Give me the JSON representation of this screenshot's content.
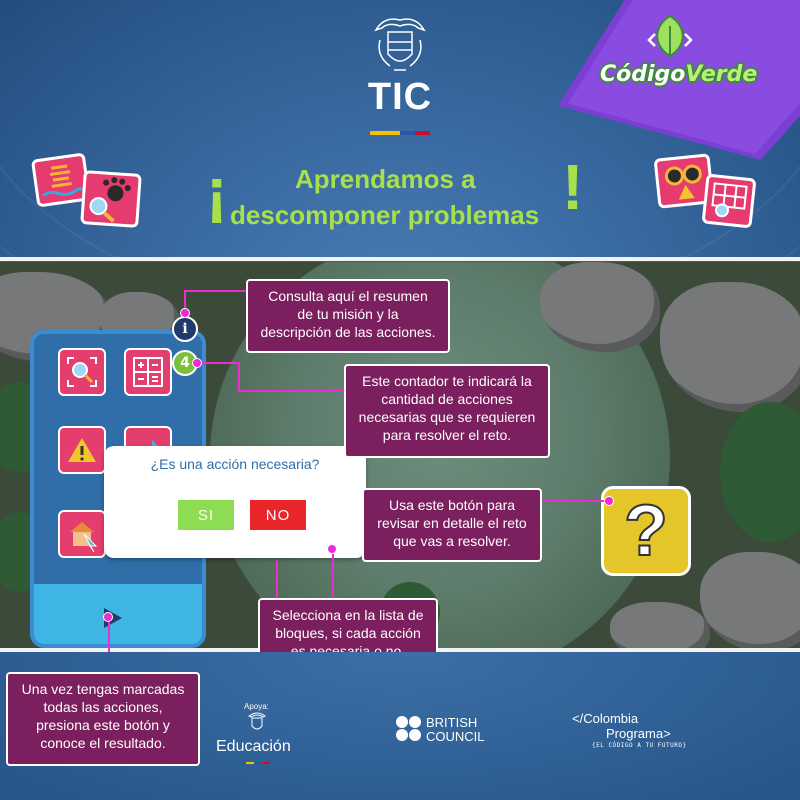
{
  "header": {
    "brand": "TIC",
    "brand_bar_colors": [
      "#f2c200",
      "#2c57a8",
      "#c8102e"
    ],
    "logo_part1": "Código",
    "logo_part2": "Verde",
    "title_open": "¡",
    "title_line1": "Aprendamos a",
    "title_line2": "descomponer problemas",
    "title_close": "!"
  },
  "game": {
    "info_icon": "i",
    "action_counter": "4",
    "dialog": {
      "question": "¿Es una acción necesaria?",
      "yes_label": "SI",
      "no_label": "NO"
    },
    "help_icon": "?",
    "blocks": [
      {
        "icon": "magnifier-icon"
      },
      {
        "icon": "calculator-icon"
      },
      {
        "icon": "warning-icon"
      },
      {
        "icon": "arrow-icon"
      },
      {
        "icon": "house-cursor-icon"
      }
    ],
    "play_icon": "play-icon"
  },
  "callouts": {
    "summary": "Consulta aquí el resumen\nde tu misión y la\ndescripción de las acciones.",
    "counter": "Este contador te indicará la\ncantidad de acciones\nnecesarias que se requieren\npara resolver el reto.",
    "help": "Usa este botón para\nrevisar en detalle el reto\nque vas a resolver.",
    "select": "Selecciona en la lista de\nbloques, si cada acción\nes necesaria o no.",
    "result": "Una vez tengas marcadas\ntodas las acciones,\npresiona este botón y\nconoce el resultado."
  },
  "footer": {
    "apoya": "Apoya:",
    "educacion": "Educación",
    "british_council": "BRITISH\nCOUNCIL",
    "colombia_line1": "</Colombia",
    "colombia_line2": "Programa>",
    "colombia_tag": "{EL CÓDIGO A TU FUTURO}"
  },
  "colors": {
    "callout_bg": "#7b1f5e",
    "line": "#ee2bd0",
    "accent_green": "#a7e04b",
    "panel_blue": "#2f6ea9"
  }
}
